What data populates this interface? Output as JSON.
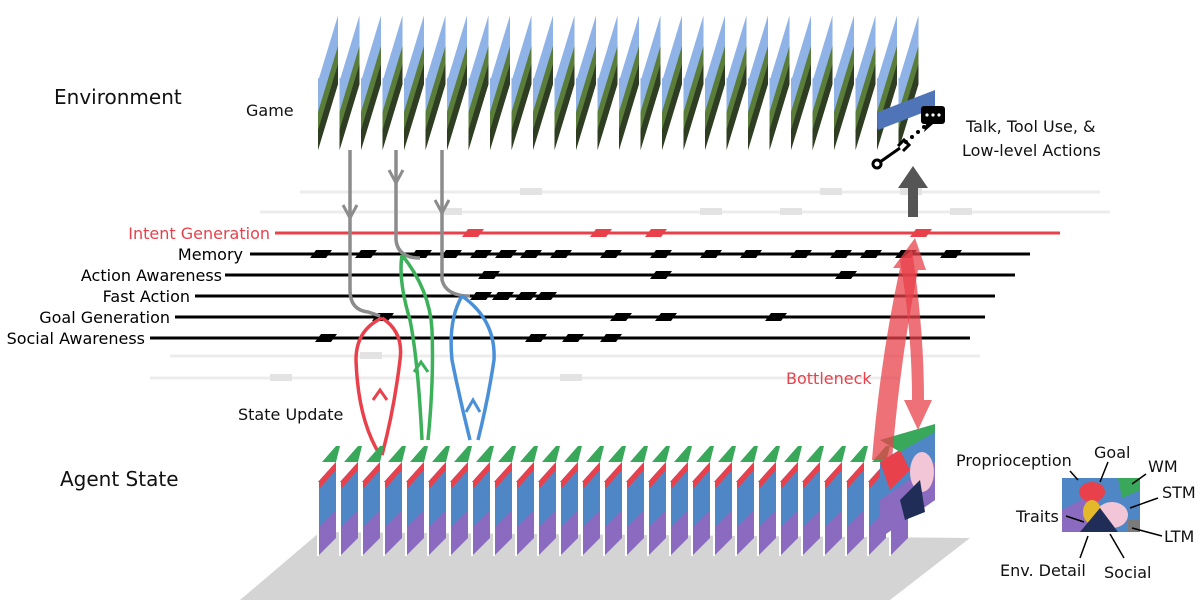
{
  "environment_label": "Environment",
  "game_label": "Game",
  "actions_label_line1": "Talk, Tool Use, &",
  "actions_label_line2": "Low-level Actions",
  "agent_state_label": "Agent State",
  "state_update_label": "State Update",
  "bottleneck_label": "Bottleneck",
  "modules": [
    {
      "label": "Intent Generation",
      "color": "#e8414b"
    },
    {
      "label": "Memory",
      "color": "#000000"
    },
    {
      "label": "Action Awareness",
      "color": "#000000"
    },
    {
      "label": "Fast Action",
      "color": "#000000"
    },
    {
      "label": "Goal Generation",
      "color": "#000000"
    },
    {
      "label": "Social Awareness",
      "color": "#000000"
    }
  ],
  "state_legend": {
    "proprioception": "Proprioception",
    "goal": "Goal",
    "wm": "WM",
    "stm": "STM",
    "traits": "Traits",
    "ltm": "LTM",
    "env_detail": "Env. Detail",
    "social": "Social"
  },
  "colors": {
    "intent_red": "#e8414b",
    "flow_gray": "#8c8c8c",
    "flow_green": "#3cb15a",
    "flow_blue": "#4a90d9",
    "flow_red": "#e8414b",
    "state_blue": "#4f86c6",
    "state_purple": "#8a6bbf",
    "state_green": "#39a85a",
    "state_red": "#e8414b",
    "sky": "#8fb3e6",
    "grass": "#5a7d3a",
    "dark_foliage": "#2f3e22"
  },
  "icons": [
    "chat-bubble-icon",
    "wrench-icon",
    "up-arrow-icon"
  ]
}
